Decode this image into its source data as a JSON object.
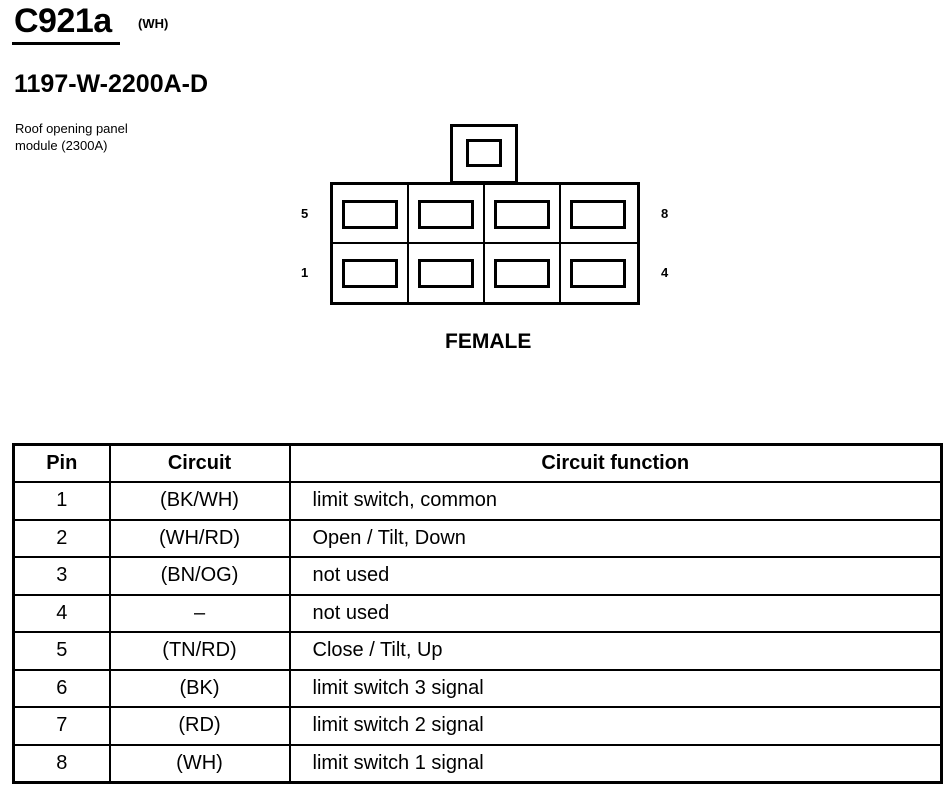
{
  "connector": {
    "id": "C921a",
    "color": "(WH)",
    "part_number": "1197-W-2200A-D",
    "description_line1": "Roof opening panel",
    "description_line2": "module (2300A)",
    "view": "FEMALE",
    "pin_labels": {
      "top_left": "5",
      "top_right": "8",
      "bottom_left": "1",
      "bottom_right": "4"
    },
    "cavity_rows": 2,
    "cavity_columns": 4
  },
  "table": {
    "headers": [
      "Pin",
      "Circuit",
      "Circuit function"
    ],
    "rows": [
      {
        "pin": "1",
        "circuit": "(BK/WH)",
        "function": "limit switch, common"
      },
      {
        "pin": "2",
        "circuit": "(WH/RD)",
        "function": "Open / Tilt, Down"
      },
      {
        "pin": "3",
        "circuit": "(BN/OG)",
        "function": "not used"
      },
      {
        "pin": "4",
        "circuit": "–",
        "function": "not used"
      },
      {
        "pin": "5",
        "circuit": "(TN/RD)",
        "function": "Close / Tilt, Up"
      },
      {
        "pin": "6",
        "circuit": "(BK)",
        "function": "limit switch 3 signal"
      },
      {
        "pin": "7",
        "circuit": "(RD)",
        "function": "limit switch 2 signal"
      },
      {
        "pin": "8",
        "circuit": "(WH)",
        "function": "limit switch 1 signal"
      }
    ]
  }
}
